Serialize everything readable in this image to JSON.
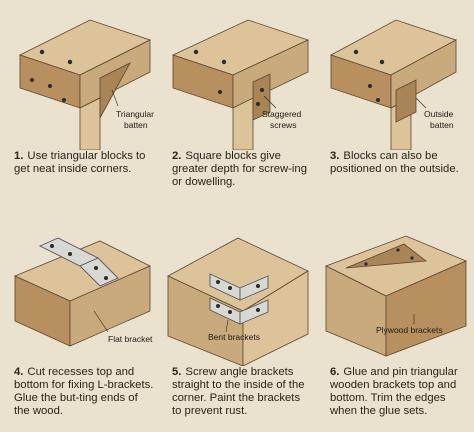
{
  "panels": [
    {
      "number": "1.",
      "caption": "Use triangular blocks to get neat inside corners.",
      "labels": [
        "Triangular",
        "batten"
      ]
    },
    {
      "number": "2.",
      "caption": "Square blocks give greater depth for screw-ing or dowelling.",
      "labels": [
        "Staggered",
        "screws"
      ]
    },
    {
      "number": "3.",
      "caption": "Blocks can also be positioned on the outside.",
      "labels": [
        "Outside",
        "batten"
      ]
    },
    {
      "number": "4.",
      "caption": "Cut recesses top and bottom for fixing L-brackets. Glue the but-ting ends of the wood.",
      "labels": [
        "Flat bracket"
      ]
    },
    {
      "number": "5.",
      "caption": "Screw angle brackets straight to the inside of the corner. Paint the brackets to prevent rust.",
      "labels": [
        "Bent brackets"
      ]
    },
    {
      "number": "6.",
      "caption": "Glue and pin triangular wooden brackets top and bottom. Trim the edges when the glue sets.",
      "labels": [
        "Plywood brackets"
      ]
    }
  ],
  "colors": {
    "background": "#eae1cf",
    "wood": "#dcc39a",
    "end_grain": "#b89060",
    "metal": "#d8d8d4"
  }
}
